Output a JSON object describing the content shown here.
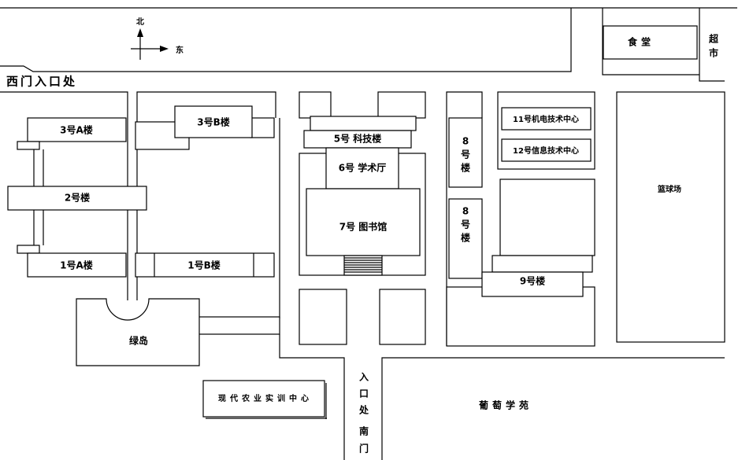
{
  "compass": {
    "north": "北",
    "east": "东"
  },
  "west_gate": "西门入口处",
  "buildings": {
    "b3a": "3号A楼",
    "b3b": "3号B楼",
    "b2": "2号楼",
    "b1a": "1号A楼",
    "b1b": "1号B楼",
    "green_island": "绿岛",
    "b5": "5号 科技楼",
    "b6": "6号 学术厅",
    "b7": "7号 图书馆",
    "b8_upper": [
      "8",
      "号",
      "楼"
    ],
    "b8_lower": [
      "8",
      "号",
      "楼"
    ],
    "b11": "11号机电技术中心",
    "b12": "12号信息技术中心",
    "b9": "9号楼",
    "basketball": "篮球场",
    "canteen": "食堂",
    "supermarket": [
      "超",
      "市"
    ],
    "agri_center": "现代农业实训中心",
    "grape_garden": "葡萄学苑"
  },
  "south_gate": {
    "entrance": [
      "入",
      "口",
      "处"
    ],
    "gate": [
      "南",
      "门"
    ]
  }
}
